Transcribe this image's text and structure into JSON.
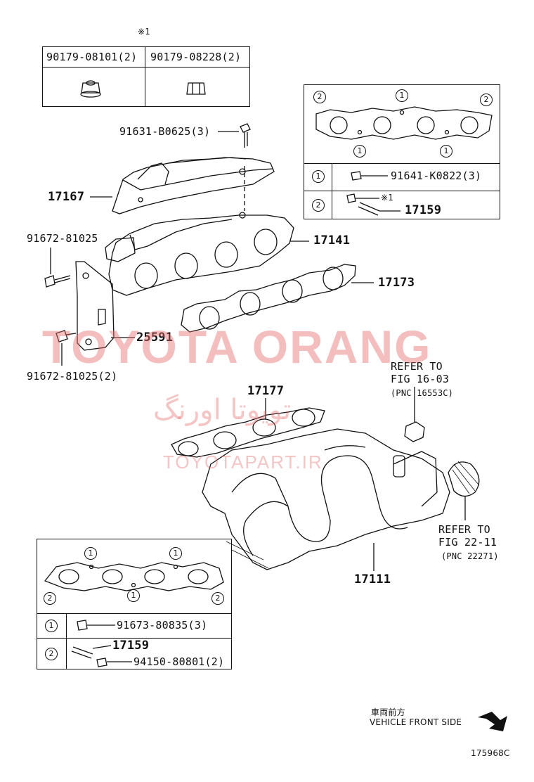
{
  "top_table": {
    "marker": "※1",
    "col1": "90179-08101(2)",
    "col2": "90179-08228(2)"
  },
  "right_table": {
    "row1_num": "1",
    "row1_part": "91641-K0822(3)",
    "row2_num": "2",
    "row2_marker": "※1",
    "row2_part": "17159",
    "gasket_marks": [
      "2",
      "1",
      "2",
      "1",
      "1"
    ]
  },
  "bottom_table": {
    "row1_num": "1",
    "row1_part": "91673-80835(3)",
    "row2_num": "2",
    "row2_part_a": "17159",
    "row2_part_b": "94150-80801(2)",
    "gasket_marks": [
      "1",
      "1",
      "2",
      "1",
      "2"
    ]
  },
  "labels": {
    "bolt_top": "91631-B0625(3)",
    "heat_insulator": "17167",
    "exhaust_manifold": "17141",
    "gasket_exhaust": "17173",
    "bolt_left": "91672-81025",
    "bracket": "25591",
    "bolt_left_2": "91672-81025(2)",
    "gasket_intake": "17177",
    "intake_manifold": "17111"
  },
  "refs": {
    "ref1_line1": "REFER TO",
    "ref1_line2": "FIG 16-03",
    "ref1_line3": "(PNC 16553C)",
    "ref2_line1": "REFER TO",
    "ref2_line2": "FIG 22-11",
    "ref2_line3": "(PNC 22271)"
  },
  "watermark": {
    "brand": "TOYOTA ORANG",
    "arabic": "تویوتا اورنگ",
    "site": "TOYOTAPART.IR"
  },
  "footer": {
    "front_cn": "車両前方",
    "front_en": "VEHICLE FRONT SIDE",
    "code": "175968C"
  }
}
